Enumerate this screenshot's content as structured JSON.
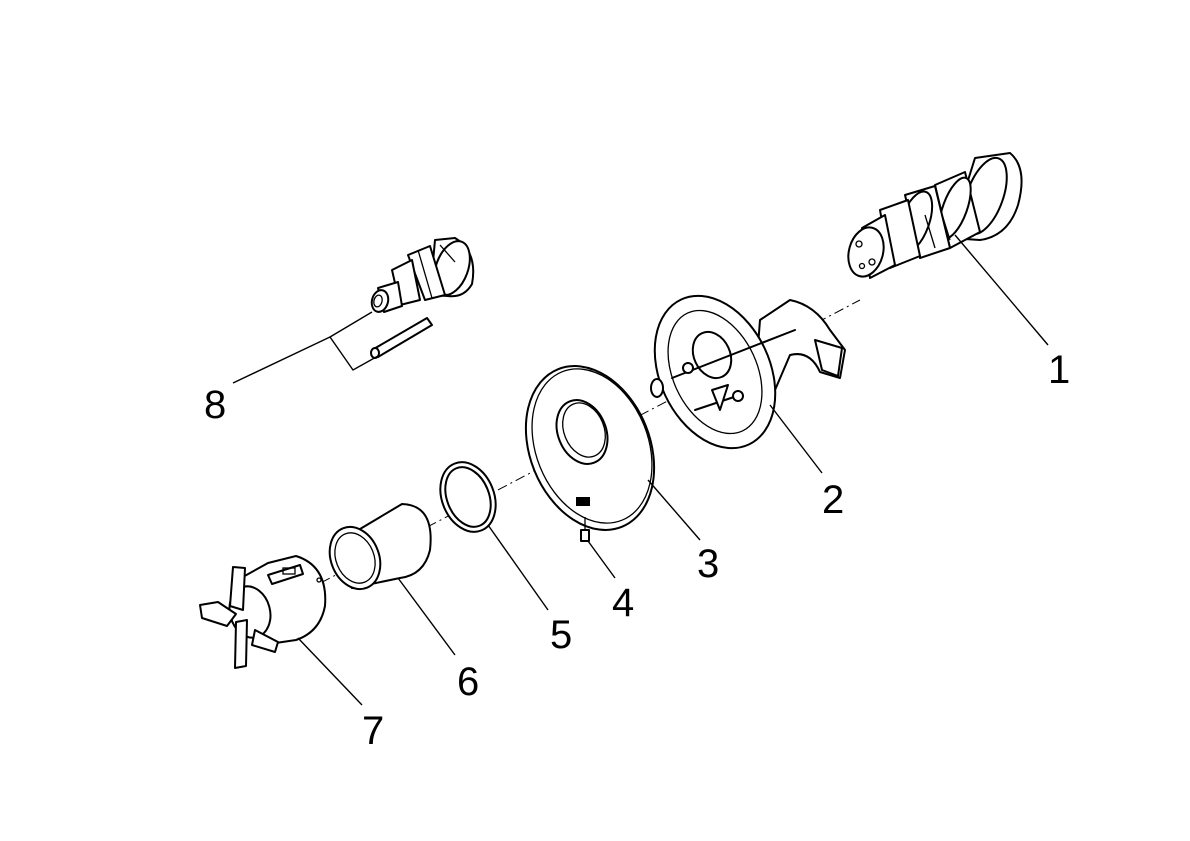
{
  "diagram": {
    "type": "exploded-parts-view",
    "colors": {
      "line": "#000000",
      "background": "#ffffff"
    },
    "callouts": [
      {
        "id": "callout-1",
        "label": "1"
      },
      {
        "id": "callout-2",
        "label": "2"
      },
      {
        "id": "callout-3",
        "label": "3"
      },
      {
        "id": "callout-4",
        "label": "4"
      },
      {
        "id": "callout-5",
        "label": "5"
      },
      {
        "id": "callout-6",
        "label": "6"
      },
      {
        "id": "callout-7",
        "label": "7"
      },
      {
        "id": "callout-8",
        "label": "8"
      }
    ]
  }
}
